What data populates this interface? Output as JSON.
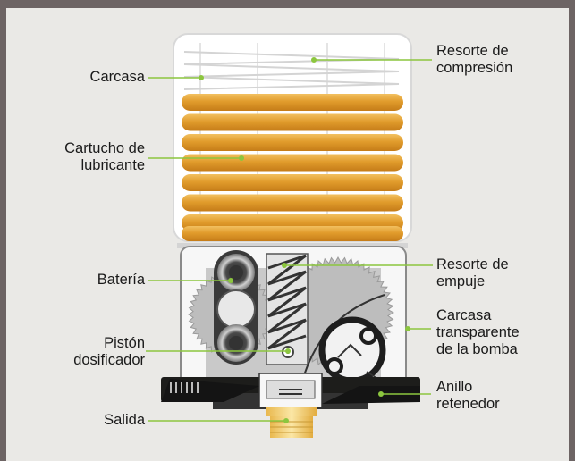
{
  "labels": {
    "carcasa": "Carcasa",
    "cartucho_l1": "Cartucho de",
    "cartucho_l2": "lubricante",
    "bateria": "Batería",
    "piston_l1": "Pistón",
    "piston_l2": "dosificador",
    "salida": "Salida",
    "resorte_comp_l1": "Resorte de",
    "resorte_comp_l2": "compresión",
    "resorte_emp_l1": "Resorte de",
    "resorte_emp_l2": "empuje",
    "carcasa_trans_l1": "Carcasa",
    "carcasa_trans_l2": "transparente",
    "carcasa_trans_l3": "de la bomba",
    "anillo_l1": "Anillo",
    "anillo_l2": "retenedor"
  },
  "colors": {
    "frame": "#6d6464",
    "background": "#eae9e6",
    "leader_line": "#8cc63f",
    "lubricant": "#e8a43a",
    "base": "#1d1d1b",
    "outlet": "#f3cf76"
  }
}
